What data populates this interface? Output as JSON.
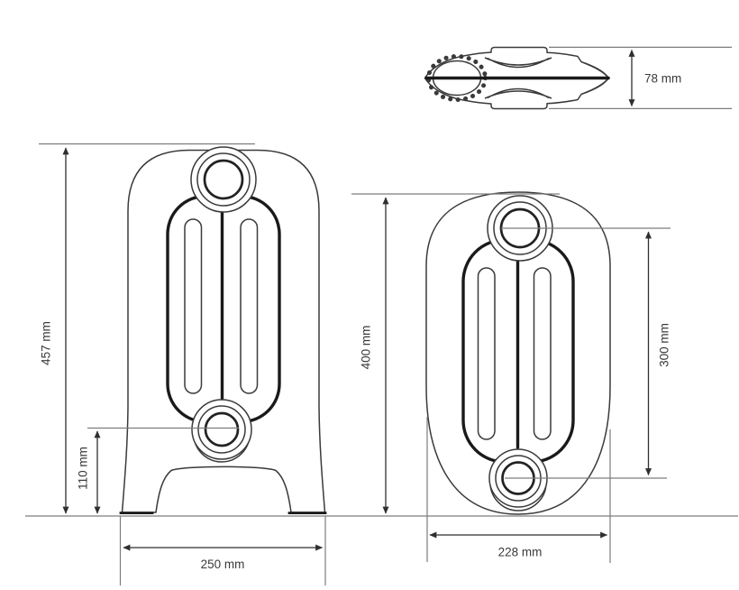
{
  "page": {
    "title": "Radiator technical dimension drawing",
    "background": "#ffffff"
  },
  "colors": {
    "outline": "#3a3a3a",
    "bold_outline": "#1a1a1a",
    "dimension_line": "#7d7d7d",
    "arrow": "#2f2f2f",
    "text": "#3a3a3a",
    "canvas": "#ffffff"
  },
  "views": {
    "top": {
      "name": "radiator-top-view",
      "depth": "78 mm"
    },
    "front": {
      "name": "radiator-front-view-with-feet",
      "height": "457 mm",
      "inlet_centre_height": "110 mm",
      "width": "250 mm"
    },
    "overall": {
      "name": "radiator-overall-view",
      "height": "400 mm",
      "tapping_centres": "300 mm",
      "width": "228 mm"
    }
  }
}
